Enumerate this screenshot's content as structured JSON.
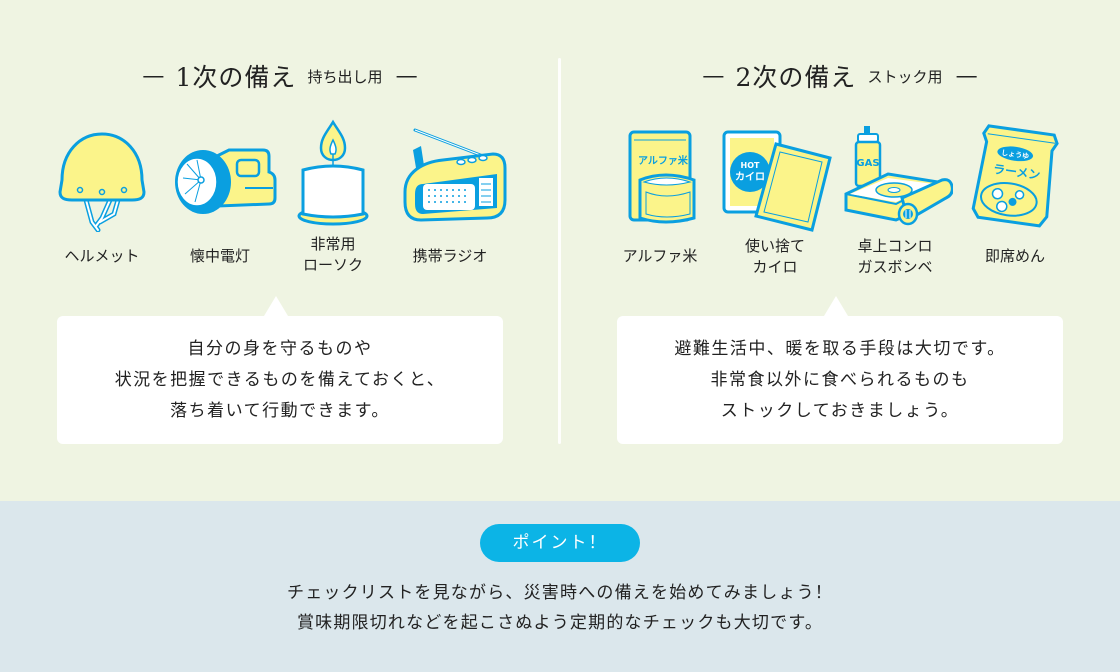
{
  "colors": {
    "top_background": "#eff4e2",
    "bottom_background": "#dbe7ec",
    "icon_blue": "#0a9fe0",
    "icon_yellow": "#fbf48a",
    "badge_blue": "#0cb4e6",
    "card_white": "#ffffff"
  },
  "primary": {
    "heading": {
      "dash": "—",
      "title": "1次の備え",
      "subtitle": "持ち出し用"
    },
    "items": [
      {
        "icon": "helmet-icon",
        "label": "ヘルメット"
      },
      {
        "icon": "flashlight-icon",
        "label": "懐中電灯"
      },
      {
        "icon": "candle-icon",
        "label": "非常用\nローソク"
      },
      {
        "icon": "radio-icon",
        "label": "携帯ラジオ"
      }
    ],
    "callout": "自分の身を守るものや\n状況を把握できるものを備えておくと、\n落ち着いて行動できます。"
  },
  "secondary": {
    "heading": {
      "dash": "—",
      "title": "2次の備え",
      "subtitle": "ストック用"
    },
    "items": [
      {
        "icon": "alpha-rice-icon",
        "label": "アルファ米",
        "package_text": "アルファ米"
      },
      {
        "icon": "hand-warmer-icon",
        "label": "使い捨て\nカイロ",
        "package_text_top": "HOT",
        "package_text_bottom": "カイロ"
      },
      {
        "icon": "gas-stove-icon",
        "label": "卓上コンロ\nガスボンベ",
        "package_text": "GAS"
      },
      {
        "icon": "instant-noodle-icon",
        "label": "即席めん",
        "package_text_top": "しょうゆ",
        "package_text_bottom": "ラーメン"
      }
    ],
    "callout": "避難生活中、暖を取る手段は大切です。\n非常食以外に食べられるものも\nストックしておきましょう。"
  },
  "point": {
    "badge": "ポイント！",
    "text": "チェックリストを見ながら、災害時への備えを始めてみましょう！\n賞味期限切れなどを起こさぬよう定期的なチェックも大切です。"
  }
}
